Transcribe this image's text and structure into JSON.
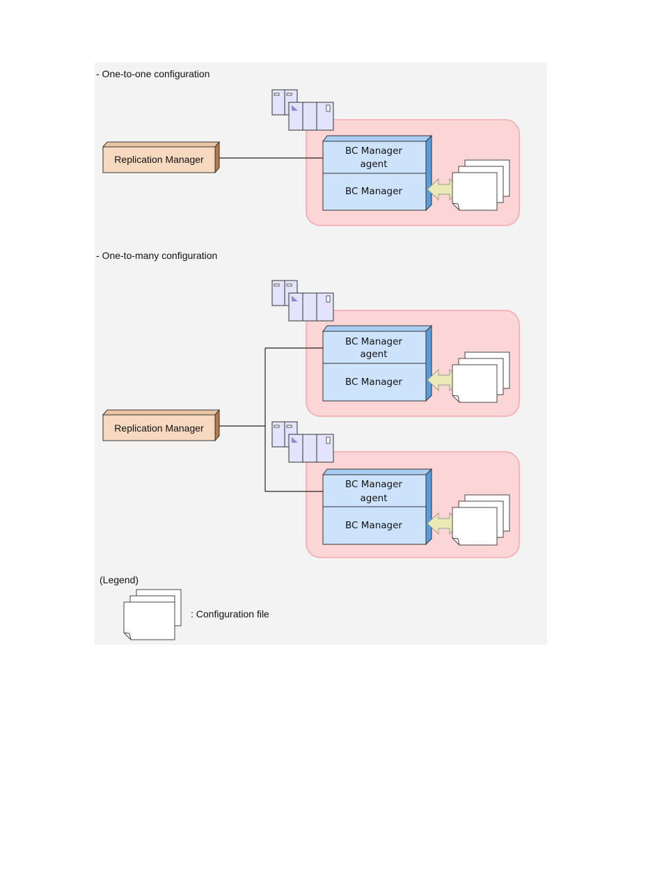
{
  "sections": {
    "one_to_one": {
      "heading": "-  One-to-one  configuration"
    },
    "one_to_many": {
      "heading": "-  One-to-many  configuration"
    }
  },
  "replication_manager": {
    "label": "Replication   Manager"
  },
  "bc_agent": {
    "line1": "BC  Manager",
    "line2": "agent"
  },
  "bc_manager": {
    "label": "BC  Manager"
  },
  "legend": {
    "title": "(Legend)",
    "config_file_label": ": Configuration  file"
  },
  "colors": {
    "background_panel": "#f3f3f3",
    "host_region_fill": "#fcd5d6",
    "host_region_stroke": "#f3a7a9",
    "bc_box_fill": "#cce3fb",
    "bc_box_side": "#5b9bd8",
    "rm_box_fill": "#f6d9bf",
    "rm_box_side": "#c0875a",
    "server_fill": "#e3e3fb",
    "arrow_fill": "#e9eab4"
  }
}
